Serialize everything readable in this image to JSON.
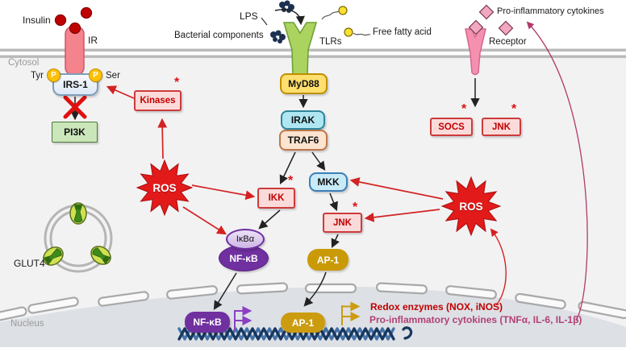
{
  "regions": {
    "cytosol_label": "Cytosol",
    "nucleus_label": "Nucleus"
  },
  "extracellular": {
    "insulin_label": "Insulin",
    "ir_label": "IR",
    "lps_label": "LPS",
    "bacterial_label": "Bacterial components",
    "tlrs_label": "TLRs",
    "ffa_label": "Free fatty acid",
    "cytokines_label": "Pro-inflammatory cytokines",
    "receptor_label": "Receptor"
  },
  "insulin_pathway": {
    "tyr": "Tyr",
    "ser": "Ser",
    "phospho": "P",
    "irs1": "IRS-1",
    "pi3k": "PI3K",
    "kinases": "Kinases",
    "glut4": "GLUT4"
  },
  "tlr_pathway": {
    "myd88": "MyD88",
    "irak": "IRAK",
    "traf6": "TRAF6",
    "ikk": "IKK",
    "mkk": "MKK",
    "jnk": "JNK",
    "ikba": "IκBα",
    "nfkb": "NF-κB",
    "ap1": "AP-1"
  },
  "cytokine_pathway": {
    "socs": "SOCS",
    "jnk": "JNK"
  },
  "ros": {
    "label": "ROS"
  },
  "nucleus": {
    "nfkb": "NF-κB",
    "ap1": "AP-1",
    "redox_output": "Redox enzymes (NOX, iNOS)",
    "cytokine_output": "Pro-inflammatory cytokines (TNFα, IL-6, IL-1β)"
  },
  "asterisk": "*",
  "colors": {
    "inhibit_red": "#C00000",
    "ros_red": "#E21A1A",
    "nfkb_purple": "#7030A0",
    "ap1_gold": "#BF8F00",
    "cytokine_pink": "#B14176",
    "membrane_gray": "#B9B9B9"
  }
}
